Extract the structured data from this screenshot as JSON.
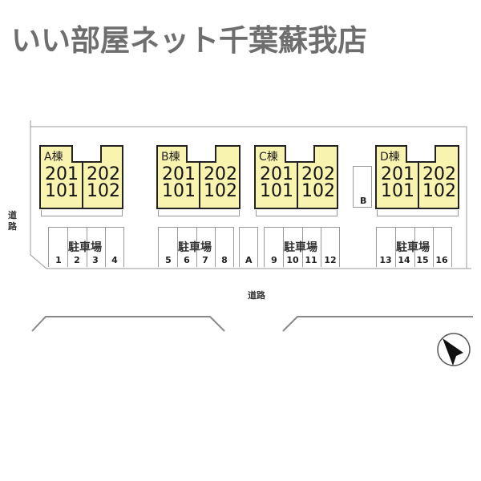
{
  "header": {
    "title": "いい部屋ネット千葉蘇我店"
  },
  "colors": {
    "building_fill": "#f9f3b0",
    "outline": "#222222",
    "lines": "#999999",
    "header_text": "#6e6e6e"
  },
  "buildings": [
    {
      "label": "A棟",
      "rooms_left": [
        "201",
        "101"
      ],
      "rooms_right": [
        "202",
        "102"
      ]
    },
    {
      "label": "B棟",
      "rooms_left": [
        "201",
        "101"
      ],
      "rooms_right": [
        "202",
        "102"
      ]
    },
    {
      "label": "C棟",
      "rooms_left": [
        "201",
        "101"
      ],
      "rooms_right": [
        "202",
        "102"
      ]
    },
    {
      "label": "D棟",
      "rooms_left": [
        "201",
        "101"
      ],
      "rooms_right": [
        "202",
        "102"
      ]
    }
  ],
  "parking": {
    "label": "駐車場",
    "groups": [
      {
        "slots": [
          "1",
          "2",
          "3",
          "4"
        ]
      },
      {
        "slots": [
          "5",
          "6",
          "7",
          "8"
        ]
      },
      {
        "slots": [
          "9",
          "10",
          "11",
          "12"
        ]
      },
      {
        "slots": [
          "13",
          "14",
          "15",
          "16"
        ]
      }
    ]
  },
  "bike_areas": {
    "a": "A",
    "b": "B"
  },
  "roads": {
    "left": "道\n路",
    "left_top": "道",
    "left_bottom": "路",
    "bottom": "道路"
  },
  "compass": {
    "icon": "north-arrow-icon"
  }
}
